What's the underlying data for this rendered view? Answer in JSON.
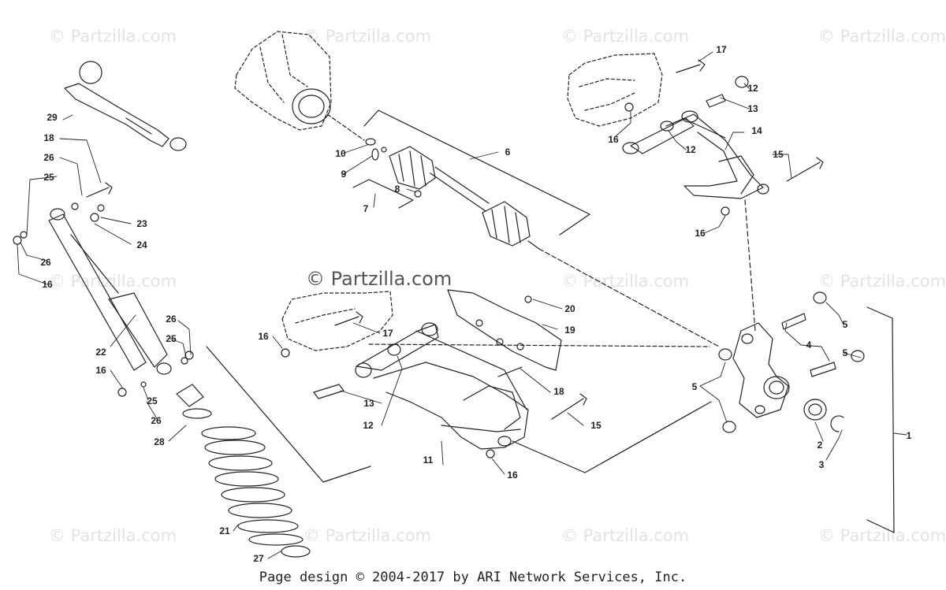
{
  "watermark_text": "© Partzilla.com",
  "watermark_main": "© Partzilla.com",
  "footer": "Page design © 2004-2017 by ARI Network Services, Inc.",
  "callouts": [
    "1",
    "2",
    "3",
    "4",
    "5",
    "5",
    "5",
    "6",
    "7",
    "8",
    "9",
    "10",
    "11",
    "12",
    "12",
    "12",
    "13",
    "13",
    "14",
    "15",
    "15",
    "16",
    "16",
    "16",
    "16",
    "16",
    "16",
    "17",
    "17",
    "18",
    "18",
    "19",
    "20",
    "21",
    "22",
    "23",
    "24",
    "25",
    "25",
    "25",
    "26",
    "26",
    "26",
    "26",
    "27",
    "28",
    "29"
  ]
}
